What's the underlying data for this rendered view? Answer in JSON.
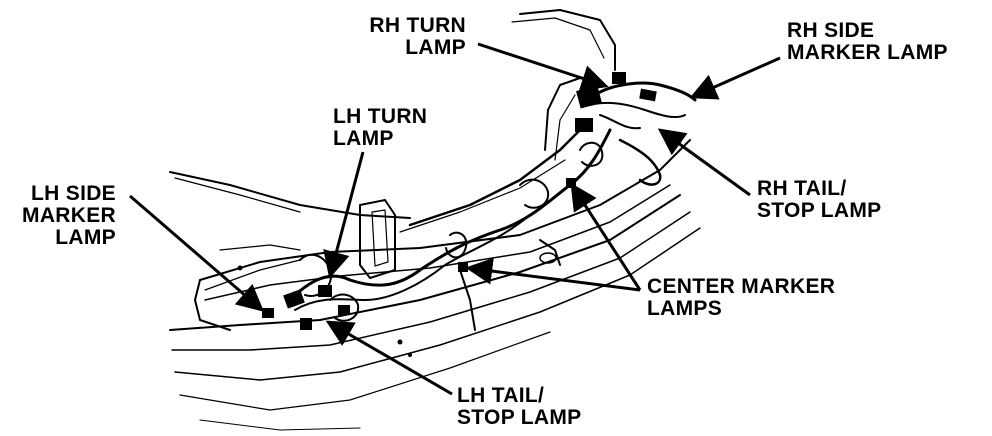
{
  "labels": {
    "rh_turn_lamp": [
      "RH TURN",
      "LAMP"
    ],
    "rh_side_marker_lamp": [
      "RH SIDE",
      "MARKER LAMP"
    ],
    "lh_turn_lamp": [
      "LH TURN",
      "LAMP"
    ],
    "lh_side_marker_lamp": [
      "LH SIDE",
      "MARKER",
      "LAMP"
    ],
    "rh_tail_stop_lamp": [
      "RH TAIL/",
      "STOP LAMP"
    ],
    "center_marker_lamps": [
      "CENTER MARKER",
      "LAMPS"
    ],
    "lh_tail_stop_lamp": [
      "LH TAIL/",
      "STOP LAMP"
    ]
  },
  "colors": {
    "ink": "#000000",
    "paper": "#ffffff"
  }
}
